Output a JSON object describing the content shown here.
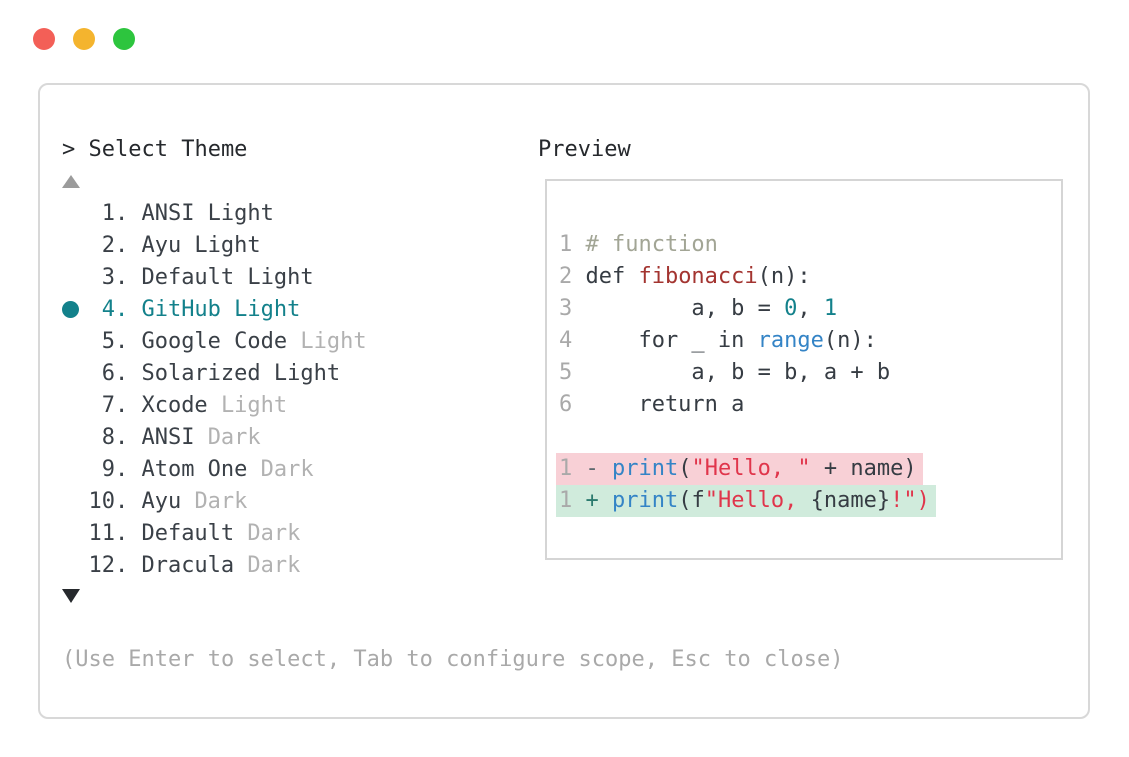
{
  "window": {
    "controls": {
      "close_color": "#f35f57",
      "minimize_color": "#f4b42e",
      "maximize_color": "#2dc53e"
    }
  },
  "picker": {
    "prompt": "> Select Theme",
    "scroll_up_icon": "triangle-up",
    "scroll_down_icon": "triangle-down",
    "items": [
      {
        "num": "1.",
        "label": "ANSI Light",
        "suffix": "",
        "selected": false
      },
      {
        "num": "2.",
        "label": "Ayu Light",
        "suffix": "",
        "selected": false
      },
      {
        "num": "3.",
        "label": "Default Light",
        "suffix": "",
        "selected": false
      },
      {
        "num": "4.",
        "label": "GitHub Light",
        "suffix": "",
        "selected": true
      },
      {
        "num": "5.",
        "label": "Google Code ",
        "suffix": "Light",
        "selected": false
      },
      {
        "num": "6.",
        "label": "Solarized Light",
        "suffix": "",
        "selected": false
      },
      {
        "num": "7.",
        "label": "Xcode ",
        "suffix": "Light",
        "selected": false
      },
      {
        "num": "8.",
        "label": "ANSI ",
        "suffix": "Dark",
        "selected": false
      },
      {
        "num": "9.",
        "label": "Atom One ",
        "suffix": "Dark",
        "selected": false
      },
      {
        "num": "10.",
        "label": "Ayu ",
        "suffix": "Dark",
        "selected": false
      },
      {
        "num": "11.",
        "label": "Default ",
        "suffix": "Dark",
        "selected": false
      },
      {
        "num": "12.",
        "label": "Dracula ",
        "suffix": "Dark",
        "selected": false
      }
    ],
    "help": "(Use Enter to select, Tab to configure scope, Esc to close)"
  },
  "preview": {
    "title": "Preview",
    "code": [
      {
        "ln": "1",
        "tokens": [
          {
            "type": "comment",
            "text": "# function"
          }
        ]
      },
      {
        "ln": "2",
        "tokens": [
          {
            "type": "plain",
            "text": "def "
          },
          {
            "type": "function",
            "text": "fibonacci"
          },
          {
            "type": "plain",
            "text": "(n):"
          }
        ]
      },
      {
        "ln": "3",
        "tokens": [
          {
            "type": "plain",
            "text": "        a, b = "
          },
          {
            "type": "number",
            "text": "0"
          },
          {
            "type": "plain",
            "text": ", "
          },
          {
            "type": "number",
            "text": "1"
          }
        ]
      },
      {
        "ln": "4",
        "tokens": [
          {
            "type": "plain",
            "text": "    for _ in "
          },
          {
            "type": "builtin",
            "text": "range"
          },
          {
            "type": "plain",
            "text": "(n):"
          }
        ]
      },
      {
        "ln": "5",
        "tokens": [
          {
            "type": "plain",
            "text": "        a, b = b, a + b"
          }
        ]
      },
      {
        "ln": "6",
        "tokens": [
          {
            "type": "plain",
            "text": "    return a"
          }
        ]
      }
    ],
    "diff": [
      {
        "kind": "removed",
        "ln": "1",
        "sign": "- ",
        "tokens": [
          {
            "type": "builtin",
            "text": "print"
          },
          {
            "type": "plain",
            "text": "("
          },
          {
            "type": "string",
            "text": "\"Hello, \""
          },
          {
            "type": "plain",
            "text": " + name)"
          }
        ],
        "bg": "#f8d0d6"
      },
      {
        "kind": "added",
        "ln": "1",
        "sign": "+ ",
        "tokens": [
          {
            "type": "builtin",
            "text": "print"
          },
          {
            "type": "plain",
            "text": "(f"
          },
          {
            "type": "string",
            "text": "\"Hello, "
          },
          {
            "type": "plain",
            "text": "{name}"
          },
          {
            "type": "string",
            "text": "!\")"
          }
        ],
        "bg": "#d0ebdc"
      }
    ]
  },
  "colors": {
    "accent_teal": "#13818b",
    "text_dark": "#363c43",
    "text_dim": "#b2b2b2",
    "comment": "#a2a595",
    "function_red": "#a33430",
    "builtin_blue": "#3484c6",
    "string_red": "#e0354b",
    "removed_bg": "#f8d0d6",
    "added_bg": "#d0ebdc",
    "border_gray": "#d8d8d8"
  }
}
